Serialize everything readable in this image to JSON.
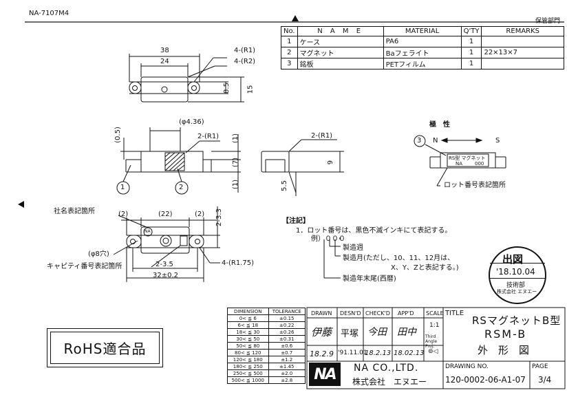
{
  "header": {
    "doc_code": "NA-7107M4",
    "stamp_top_right": "保管部門"
  },
  "parts_table": {
    "columns": [
      "No.",
      "N A M E",
      "MATERIAL",
      "Q'TY",
      "REMARKS"
    ],
    "rows": [
      {
        "no": "1",
        "name": "ケース",
        "material": "PA6",
        "qty": "1",
        "remarks": ""
      },
      {
        "no": "2",
        "name": "マグネット",
        "material": "Baフェライト",
        "qty": "1",
        "remarks": "22×13×7"
      },
      {
        "no": "3",
        "name": "銘板",
        "material": "PETフィルム",
        "qty": "1",
        "remarks": ""
      }
    ]
  },
  "dims": {
    "top_38": "38",
    "top_24": "24",
    "top_r1": "4-(R1)",
    "top_r2": "4-(R2)",
    "top_85": "8.5",
    "top_15": "15",
    "side_phi": "(φ4.36)",
    "side_05": "(0.5)",
    "side_r1": "2-(R1)",
    "side_1a": "(1)",
    "side_7": "(7)",
    "side_1b": "(1)",
    "end_r1": "2-(R1)",
    "end_9": "9",
    "end_55": "5.5",
    "bot_2a": "(2)",
    "bot_22": "(22)",
    "bot_2b": "(2)",
    "bot_233": "2-3.3",
    "bot_hex": "(φ8穴)",
    "bot_35": "2-3.5",
    "bot_32": "32±0.2",
    "bot_r175": "4-(R1.75)"
  },
  "labels": {
    "balloon1": "1",
    "balloon2": "2",
    "balloon3": "3",
    "polarity_title": "極　性",
    "pole_n": "N",
    "pole_s": "S",
    "lot_place": "ロット番号表記箇所",
    "company_place": "社名表記箇所",
    "capacity_place": "キャピティ番号表記箇所",
    "na_mark": "NA",
    "plate_text_1": "RS型 マグネット",
    "plate_text_2": "NA",
    "plate_text_3": "000"
  },
  "notes": {
    "title": "【注記】",
    "line1": "1．ロット番号は、黒色不滅インキにて表記する。",
    "example": "例）０００",
    "item1": "製造週",
    "item2a": "製造月(ただし、10、11、12月は、",
    "item2b": "X、Y、Zと表記する。)",
    "item3": "製造年末尾(西暦)"
  },
  "stamp": {
    "title": "出図",
    "date": "'18.10.04",
    "dept": "技術部",
    "company": "株式会社 エヌエー"
  },
  "tolerance_table": {
    "headers": [
      "DIMENSION",
      "TOLERANCE"
    ],
    "rows": [
      [
        "0< ≦ 6",
        "±0.15"
      ],
      [
        "6< ≦ 18",
        "±0.22"
      ],
      [
        "18< ≦ 30",
        "±0.26"
      ],
      [
        "30< ≦ 50",
        "±0.31"
      ],
      [
        "50< ≦ 80",
        "±0.6"
      ],
      [
        "80< ≦ 120",
        "±0.7"
      ],
      [
        "120< ≦ 180",
        "±1.2"
      ],
      [
        "180< ≦ 250",
        "±1.45"
      ],
      [
        "250< ≦ 500",
        "±2.0"
      ],
      [
        "500< ≦ 1000",
        "±2.8"
      ]
    ]
  },
  "rohs": "RoHS適合品",
  "title_block": {
    "drawn_h": "DRAWN",
    "desn_h": "DESN'D",
    "check_h": "CHECK'D",
    "app_h": "APP'D",
    "scale_h": "SCALE",
    "scale_v": "1:1",
    "proj_v": "Third Angle Proj.",
    "drawn_sig": "伊藤",
    "desn_sig": "平塚",
    "check_sig": "今田",
    "app_sig": "田中",
    "drawn_date": "18.2.9",
    "desn_date": "'91.11.01",
    "check_date": "18.2.13",
    "app_date": "18.02.13",
    "title_h": "TITLE",
    "title_1": "RSマグネットB型",
    "title_2": "RSM-B",
    "title_3": "外　形　図",
    "company_en": "NA CO.,LTD.",
    "company_jp": "株式会社　エヌエー",
    "logo": "NA",
    "drawing_no_h": "DRAWING NO.",
    "drawing_no": "120-0002-06-A1-07",
    "page_h": "PAGE",
    "page": "3/4"
  }
}
